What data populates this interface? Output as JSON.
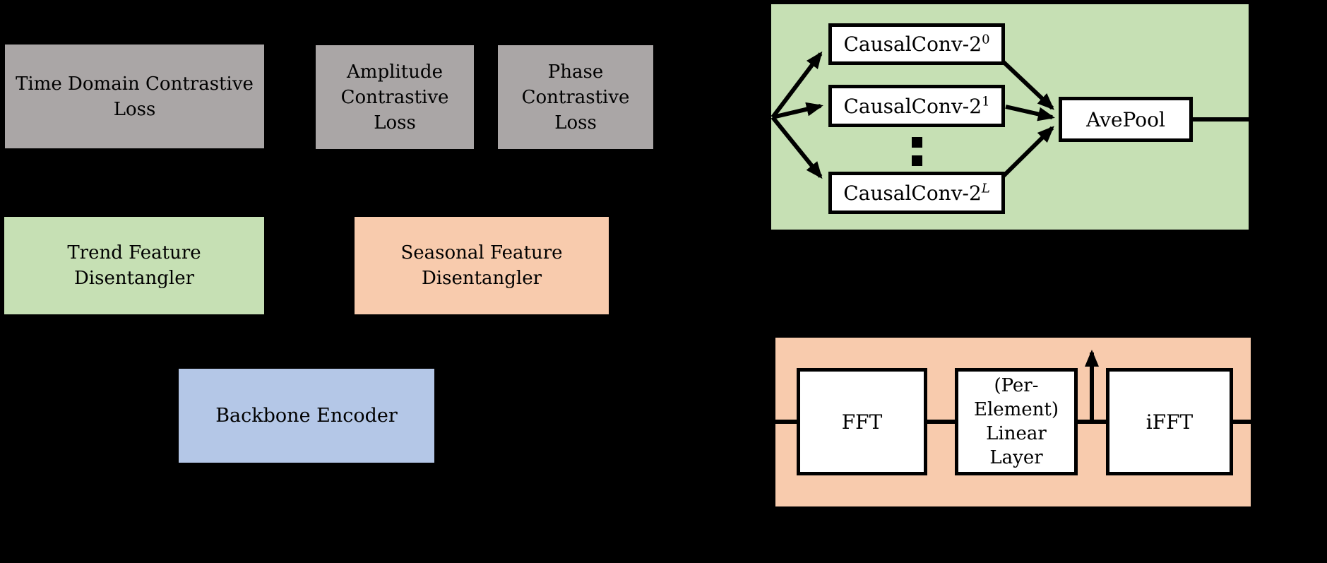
{
  "colors": {
    "background": "#000000",
    "gray": "#aaa6a6",
    "green": "#c6e0b4",
    "orange": "#f8cbad",
    "blue": "#b4c7e7",
    "box_fill": "#ffffff",
    "line": "#000000"
  },
  "loss_boxes": {
    "time_domain": {
      "lines": [
        "Time Domain Contrastive",
        "Loss"
      ]
    },
    "amplitude": {
      "lines": [
        "Amplitude",
        "Contrastive",
        "Loss"
      ]
    },
    "phase": {
      "lines": [
        "Phase",
        "Contrastive",
        "Loss"
      ]
    }
  },
  "disentanglers": {
    "trend": {
      "lines": [
        "Trend Feature",
        "Disentangler"
      ]
    },
    "seasonal": {
      "lines": [
        "Seasonal Feature",
        "Disentangler"
      ]
    }
  },
  "backbone": {
    "label": "Backbone Encoder"
  },
  "trend_module": {
    "conv_boxes": [
      {
        "base": "CausalConv-2",
        "sup": "0"
      },
      {
        "base": "CausalConv-2",
        "sup": "1"
      },
      {
        "base": "CausalConv-2",
        "sup": "L"
      }
    ],
    "pool_label": "AvePool"
  },
  "seasonal_module": {
    "fft_label": "FFT",
    "linear_lines": [
      "(Per-",
      "Element)",
      "Linear",
      "Layer"
    ],
    "ifft_label": "iFFT"
  }
}
